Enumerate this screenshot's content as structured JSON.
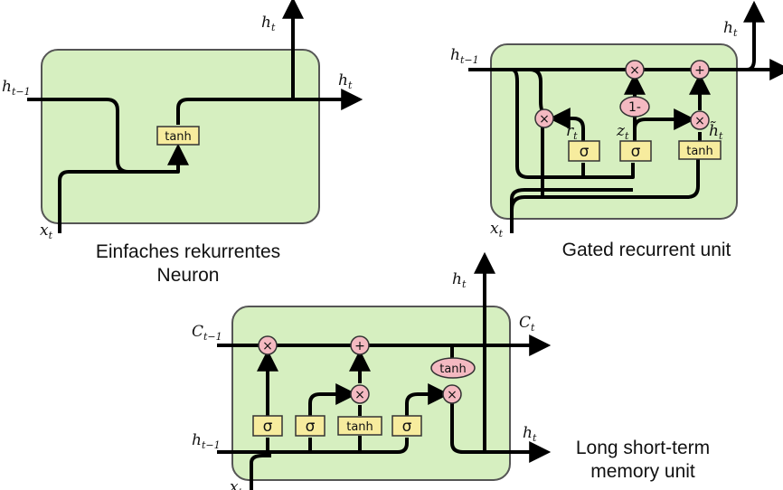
{
  "captions": {
    "rnn": [
      "Einfaches rekurrentes",
      "Neuron"
    ],
    "gru": "Gated recurrent unit",
    "lstm": [
      "Long short-term",
      "memory unit"
    ]
  },
  "symbols": {
    "h": "h",
    "x": "x",
    "C": "C",
    "r": "r",
    "z": "z",
    "t": "t",
    "t_minus_1": "t−1",
    "h_tilde": "h̃"
  },
  "gates": {
    "tanh": "tanh",
    "sigma": "σ",
    "times": "×",
    "plus": "+",
    "one_minus": "1-"
  }
}
